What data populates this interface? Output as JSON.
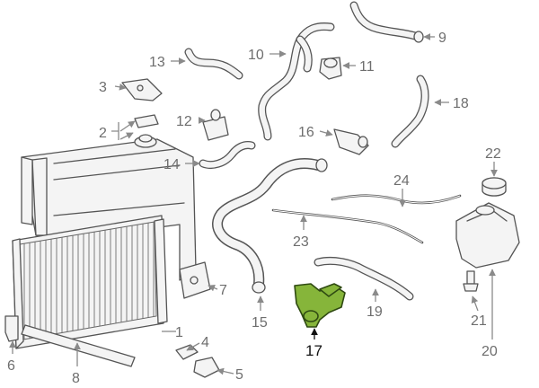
{
  "diagram": {
    "highlight_color": "#86b53a",
    "labels": [
      {
        "id": "1",
        "text": "1"
      },
      {
        "id": "2",
        "text": "2"
      },
      {
        "id": "3",
        "text": "3"
      },
      {
        "id": "4",
        "text": "4"
      },
      {
        "id": "5",
        "text": "5"
      },
      {
        "id": "6",
        "text": "6"
      },
      {
        "id": "7",
        "text": "7"
      },
      {
        "id": "8",
        "text": "8"
      },
      {
        "id": "9",
        "text": "9"
      },
      {
        "id": "10",
        "text": "10"
      },
      {
        "id": "11",
        "text": "11"
      },
      {
        "id": "12",
        "text": "12"
      },
      {
        "id": "13",
        "text": "13"
      },
      {
        "id": "14",
        "text": "14"
      },
      {
        "id": "15",
        "text": "15"
      },
      {
        "id": "16",
        "text": "16"
      },
      {
        "id": "17",
        "text": "17",
        "highlighted": true
      },
      {
        "id": "18",
        "text": "18"
      },
      {
        "id": "19",
        "text": "19"
      },
      {
        "id": "20",
        "text": "20"
      },
      {
        "id": "21",
        "text": "21"
      },
      {
        "id": "22",
        "text": "22"
      },
      {
        "id": "23",
        "text": "23"
      },
      {
        "id": "24",
        "text": "24"
      }
    ]
  }
}
